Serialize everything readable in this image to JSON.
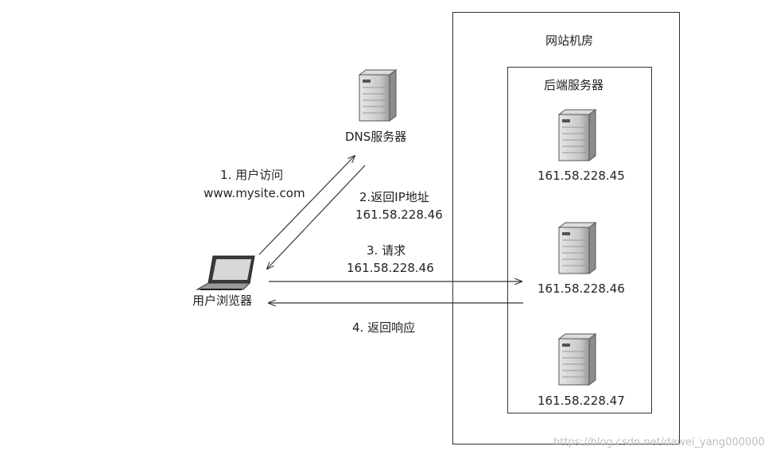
{
  "room": {
    "title": "网站机房"
  },
  "backend": {
    "title": "后端服务器",
    "servers": [
      {
        "ip": "161.58.228.45"
      },
      {
        "ip": "161.58.228.46"
      },
      {
        "ip": "161.58.228.47"
      }
    ]
  },
  "dns": {
    "label": "DNS服务器"
  },
  "client": {
    "label": "用户浏览器"
  },
  "steps": {
    "s1_title": "1. 用户访问",
    "s1_value": "www.mysite.com",
    "s2_title": "2.返回IP地址",
    "s2_value": "161.58.228.46",
    "s3_title": "3. 请求",
    "s3_value": "161.58.228.46",
    "s4_title": "4. 返回响应"
  },
  "watermark": "https://blog.csdn.net/dawei_yang000000",
  "colors": {
    "line": "#333333",
    "server_body": "#bdbdbd",
    "server_dark": "#7a7a7a"
  }
}
